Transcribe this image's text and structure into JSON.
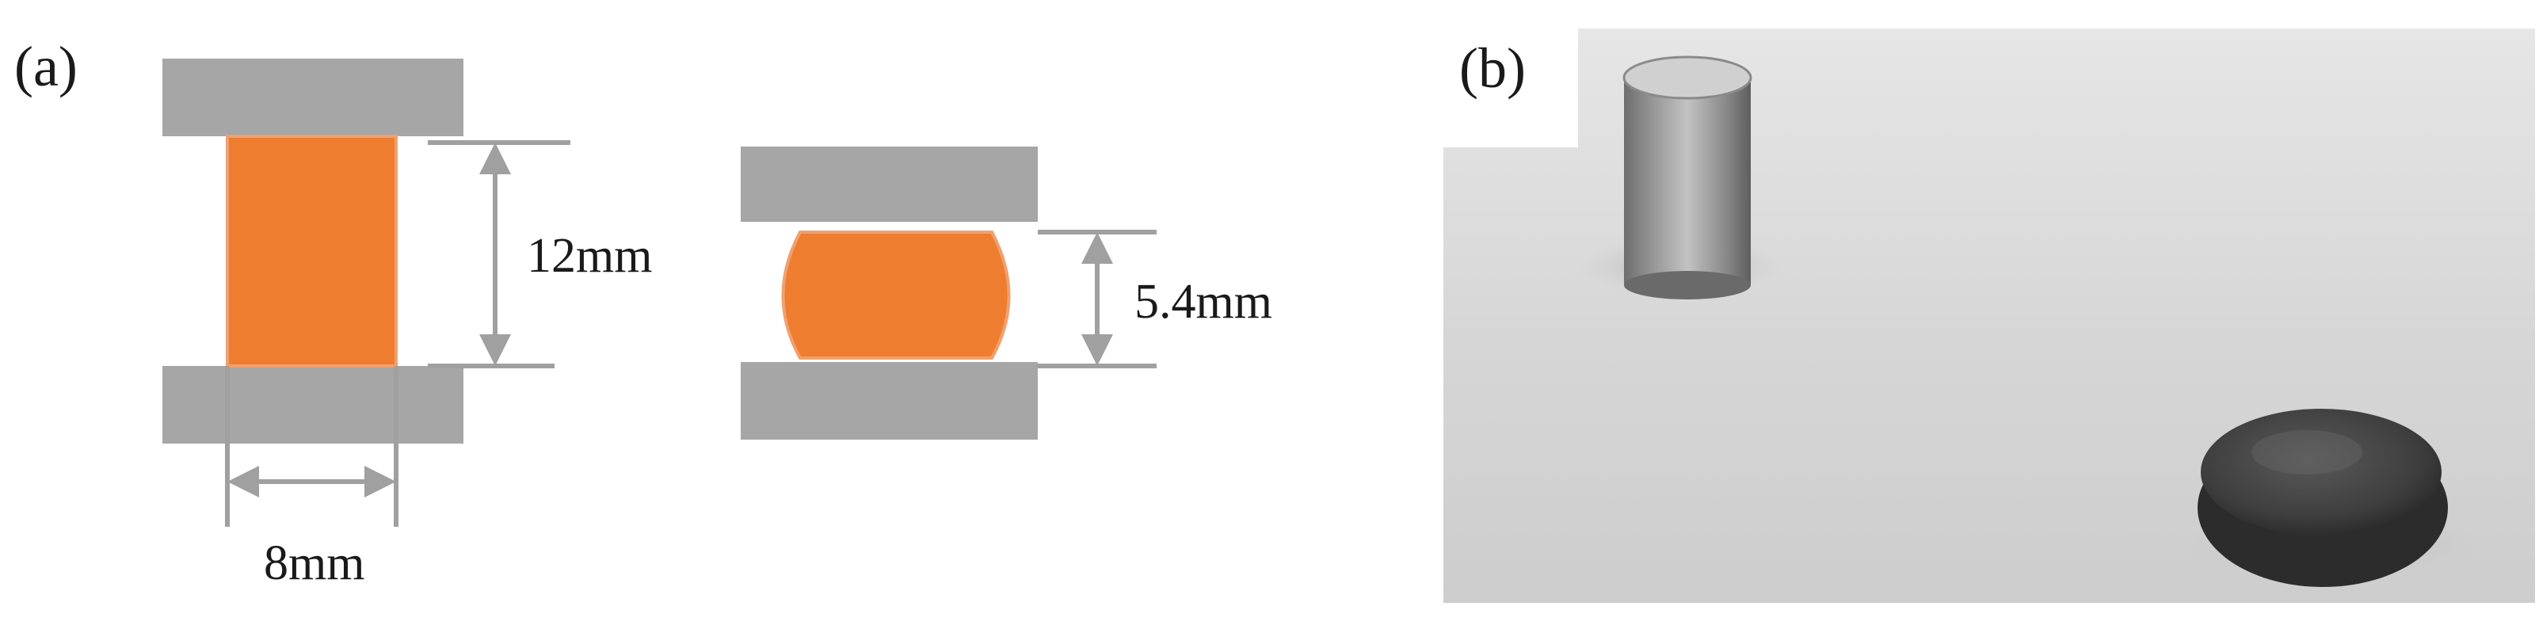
{
  "panel_a": {
    "label": "(a)",
    "before": {
      "height_label": "12mm",
      "width_label": "8mm"
    },
    "after": {
      "height_label": "5.4mm"
    }
  },
  "panel_b": {
    "label": "(b)"
  },
  "colors": {
    "die_plate": "#a6a6a6",
    "specimen": "#ee7d30",
    "dimension_line": "#a0a0a0",
    "photo_background": "#d8d8d8"
  }
}
